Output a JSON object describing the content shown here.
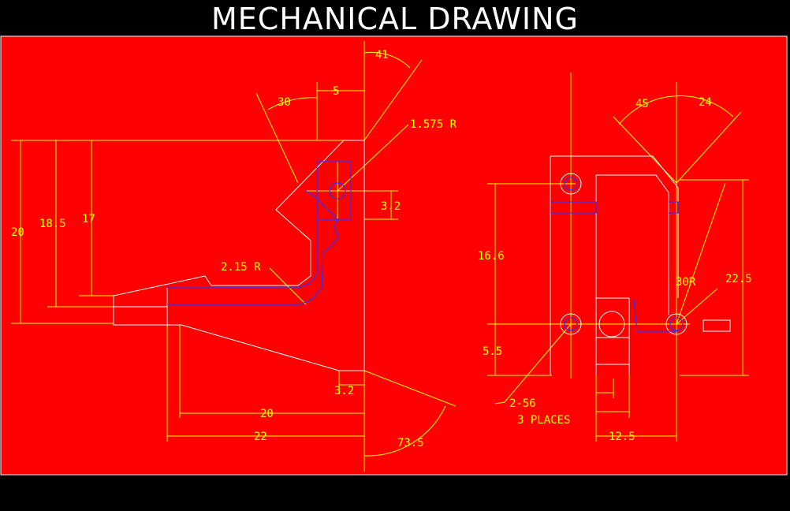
{
  "title": "MECHANICAL DRAWING",
  "colors": {
    "background": "#ff0000",
    "dimension": "#ffff00",
    "outline": "#ffffff",
    "hidden": "#3030ff",
    "frame": "#000000"
  },
  "dimensions": {
    "angle_41": "41",
    "angle_30": "30",
    "dim_5": "5",
    "radius_1575": "1.575 R",
    "dim_20_left": "20",
    "dim_185": "18.5",
    "dim_17": "17",
    "dim_32_right": "3.2",
    "radius_215": "2.15 R",
    "dim_32_bottom": "3.2",
    "dim_20_bottom": "20",
    "dim_22": "22",
    "angle_735": "73.5",
    "angle_45": "45",
    "angle_24": "24",
    "dim_166": "16.6",
    "dim_55": "5.5",
    "radius_30r": "30R",
    "dim_225": "22.5",
    "hole_note": "2-56",
    "hole_places": "3 PLACES",
    "dim_125": "12.5"
  }
}
